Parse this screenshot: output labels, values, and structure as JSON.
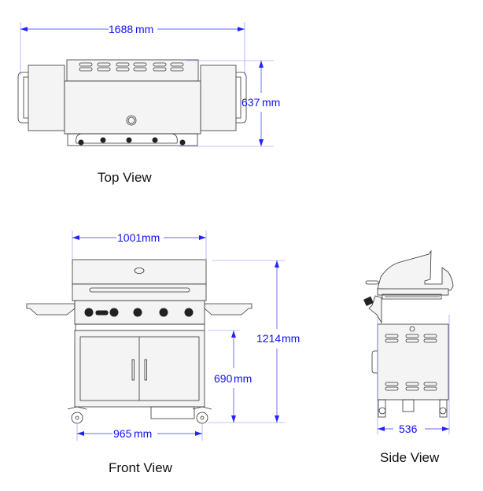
{
  "views": {
    "top": {
      "label": "Top View",
      "width": "1688",
      "depth": "637",
      "unit": "mm"
    },
    "front": {
      "label": "Front View",
      "body_width": "1001",
      "cart_width": "965",
      "total_height": "1214",
      "cart_height": "690",
      "unit": "mm"
    },
    "side": {
      "label": "Side View",
      "depth": "536"
    }
  },
  "colors": {
    "dimension": "#1010ee",
    "drawing": "#333333"
  }
}
